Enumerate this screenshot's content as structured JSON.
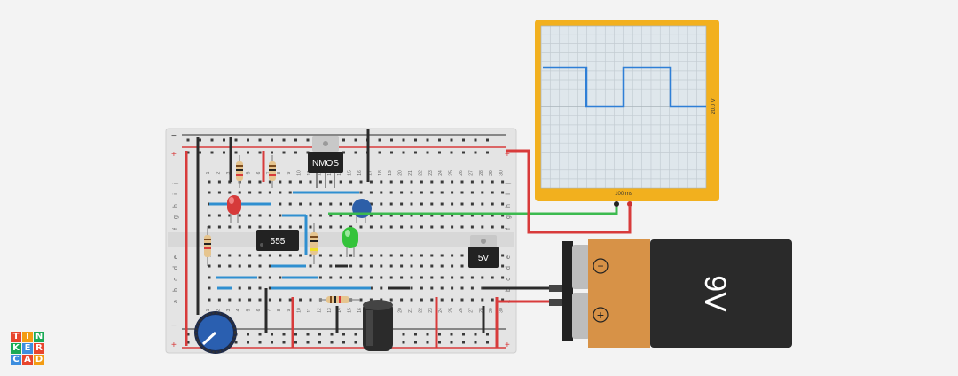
{
  "components": {
    "nmos_label": "NMOS",
    "ic555_label": "555",
    "regulator_label": "5V",
    "battery_label": "9V",
    "battery_minus": "−",
    "battery_plus": "+"
  },
  "breadboard": {
    "row_letters_top": [
      "j",
      "i",
      "h",
      "g",
      "f"
    ],
    "row_letters_bottom": [
      "e",
      "d",
      "c",
      "b",
      "a"
    ],
    "column_numbers": [
      "1",
      "2",
      "3",
      "4",
      "5",
      "6",
      "7",
      "8",
      "9",
      "10",
      "11",
      "12",
      "13",
      "14",
      "15",
      "16",
      "17",
      "18",
      "19",
      "20",
      "21",
      "22",
      "23",
      "24",
      "25",
      "26",
      "27",
      "28",
      "29",
      "30"
    ],
    "rail_plus": "+",
    "rail_minus": "−"
  },
  "oscilloscope": {
    "time_label": "100 ms",
    "voltage_label": "20.0 V",
    "trace_color": "#2f7fd6",
    "frame_color": "#f2b01e"
  },
  "logo": {
    "letters": [
      "T",
      "I",
      "N",
      "K",
      "E",
      "R",
      "C",
      "A",
      "D"
    ],
    "colors": [
      "#e8452d",
      "#f39c12",
      "#1aaa55",
      "#1aaa55",
      "#3c8dde",
      "#e8452d",
      "#3c8dde",
      "#e8452d",
      "#f39c12"
    ]
  }
}
